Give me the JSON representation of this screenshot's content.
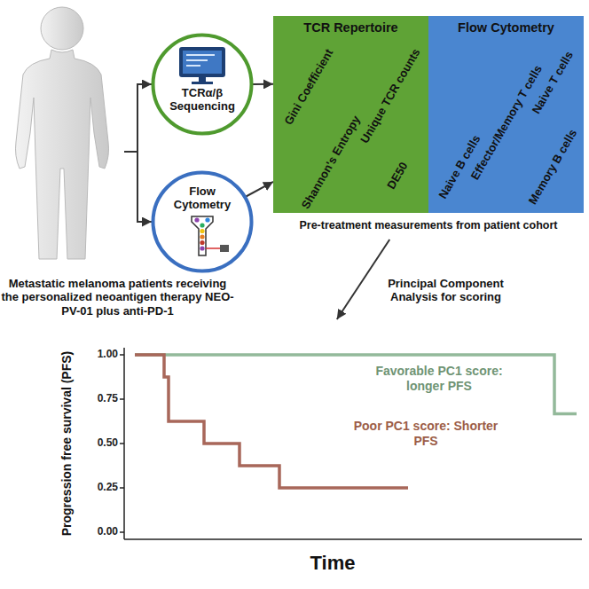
{
  "diagram": {
    "nodes": [
      {
        "text": [
          "Metastatic melanoma patients receiving the personalized neoantigen therapy NEO-PV-01 plus anti-PD-1"
        ]
      },
      {
        "text": [
          "TCRα/β Sequencing"
        ]
      },
      {
        "text": [
          "Flow Cytometry"
        ]
      },
      {
        "text": [
          "Pre-treatment measurements from patient cohort"
        ]
      },
      {
        "text": [
          "TCR Repertoire",
          "Gini Coefficient",
          "Unique TCR counts",
          "Shannon's Entropy",
          "DE50"
        ],
        "in": 3
      },
      {
        "text": [
          "Flow Cytometry",
          "Naive B cells",
          "Naive T cells",
          "Effector/Memory T cells",
          "Memory B cells"
        ],
        "in": 3
      },
      {
        "text": [
          "Progression free survival (PFS)",
          "Time"
        ]
      }
    ],
    "edges": [
      {
        "from": 0,
        "to": 1,
        "arrow": "to"
      },
      {
        "from": 0,
        "to": 2,
        "arrow": "to"
      },
      {
        "from": 1,
        "to": 3,
        "arrow": "to"
      },
      {
        "from": 2,
        "to": 3,
        "arrow": "to"
      },
      {
        "from": 3,
        "to": 6,
        "label": "Principal Component Analysis for scoring",
        "arrow": "to"
      }
    ],
    "labels": [
      "1.00",
      "0.75",
      "0.50",
      "0.25",
      "0.00",
      "Favorable PC1 score: longer PFS",
      "Poor PC1 score: Shorter PFS"
    ]
  }
}
